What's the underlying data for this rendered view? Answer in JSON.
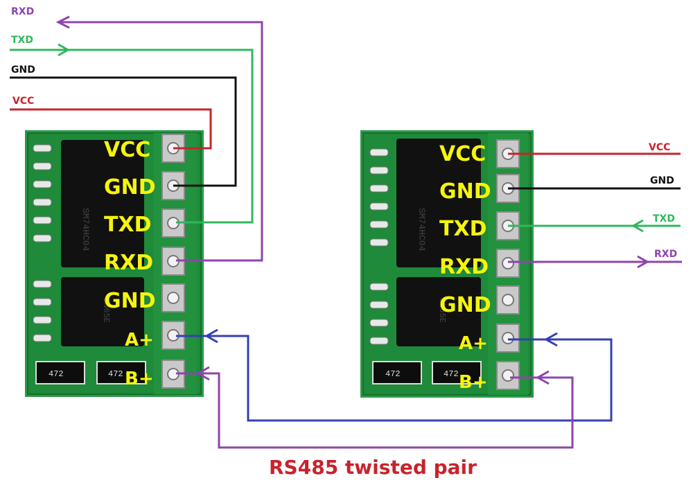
{
  "colors": {
    "rxd": "#8e44ad",
    "txd": "#2eb85c",
    "gnd": "#111111",
    "vcc": "#c8232c",
    "bus_a": "#3340b0",
    "bus_b": "#8e44ad",
    "pcb": "#1e8a3a",
    "pcb_dark": "#0f5a24",
    "pin_label": "#f5f50a",
    "caption": "#c8232c"
  },
  "left_wire_labels": {
    "rxd": "RXD",
    "txd": "TXD",
    "gnd": "GND",
    "vcc": "VCC"
  },
  "right_wire_labels": {
    "vcc": "VCC",
    "gnd": "GND",
    "txd": "TXD",
    "rxd": "RXD"
  },
  "pin_labels": {
    "vcc": "VCC",
    "gnd1": "GND",
    "txd": "TXD",
    "rxd": "RXD",
    "gnd2": "GND",
    "a": "A+",
    "b": "B+"
  },
  "chip_text": {
    "chip1": "SM74HC04",
    "chip2": "SN65E",
    "resistor": "472"
  },
  "caption": "RS485 twisted pair"
}
